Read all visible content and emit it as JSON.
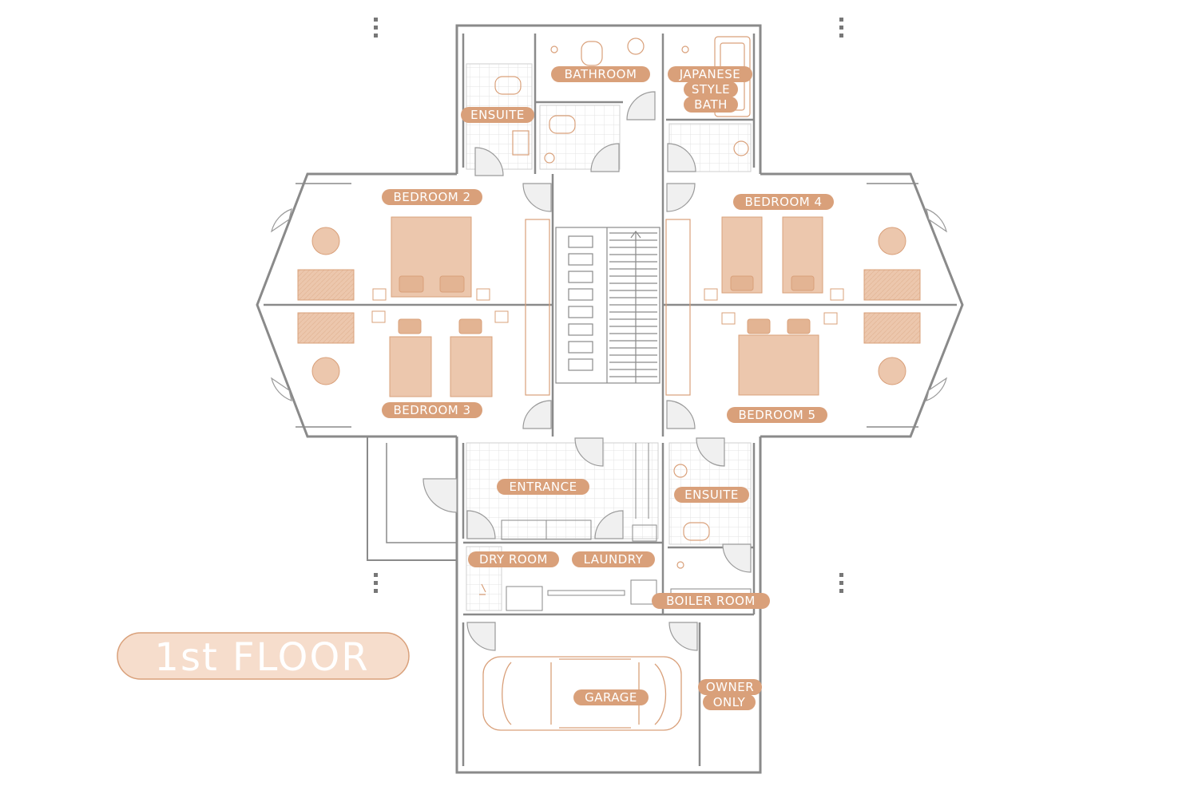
{
  "floor_title": "1st FLOOR",
  "rooms": {
    "bathroom": "BATHROOM",
    "japanese_bath": [
      "JAPANESE",
      "STYLE",
      "BATH"
    ],
    "ensuite_top": "ENSUITE",
    "bedroom_2": "BEDROOM 2",
    "bedroom_3": "BEDROOM 3",
    "bedroom_4": "BEDROOM 4",
    "bedroom_5": "BEDROOM 5",
    "entrance": "ENTRANCE",
    "ensuite_bottom": "ENSUITE",
    "dry_room": "DRY ROOM",
    "laundry": "LAUNDRY",
    "boiler_room": "BOILER ROOM",
    "garage": "GARAGE",
    "owner_only": [
      "OWNER",
      "ONLY"
    ]
  },
  "colors": {
    "wall": "#8a8a8a",
    "accent": "#d9a07a",
    "furniture_fill": "#ecc7ad",
    "label_fill": "#d9a07a",
    "title_fill": "#f6ddcc",
    "tile_grid": "#e6e6e6"
  }
}
